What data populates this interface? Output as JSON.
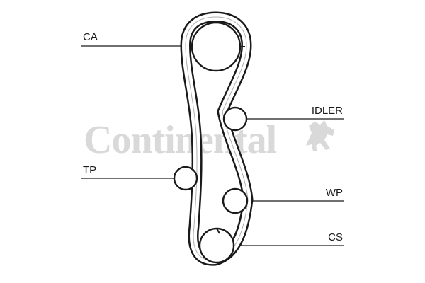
{
  "watermark": {
    "brand": "Continental"
  },
  "components": [
    {
      "key": "ca",
      "label": "CA"
    },
    {
      "key": "idler",
      "label": "IDLER"
    },
    {
      "key": "tp",
      "label": "TP"
    },
    {
      "key": "wp",
      "label": "WP"
    },
    {
      "key": "cs",
      "label": "CS"
    }
  ],
  "colors": {
    "line": "#1a1a1a",
    "watermark": "#d9d9d9"
  }
}
